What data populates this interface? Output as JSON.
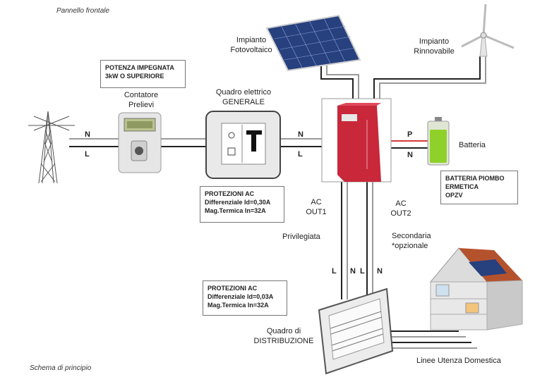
{
  "header": {
    "title": "Pannello frontale"
  },
  "footer": {
    "caption": "Schema di principio"
  },
  "labels": {
    "fotovoltaico": "Impianto\nFotovoltaico",
    "rinnovabile": "Impianto\nRinnovabile",
    "contatore": "Contatore\nPrelievi",
    "quadro_generale": "Quadro elettrico\nGENERALE",
    "batteria": "Batteria",
    "ac_out1": "AC\nOUT1",
    "ac_out2": "AC\nOUT2",
    "privilegiata": "Privilegiata",
    "secondaria": "Secondaria\n*opzionale",
    "quadro_distribuzione": "Quadro di\nDISTRIBUZIONE",
    "linee_utenza": "Linee Utenza Domestica"
  },
  "boxes": {
    "potenza": [
      "POTENZA  IMPEGNATA",
      "3kW O SUPERIORE"
    ],
    "protezioni1": [
      "PROTEZIONI AC",
      "Differenziale Id=0,30A",
      "Mag.Termica In=32A"
    ],
    "protezioni2": [
      "PROTEZIONI AC",
      "Differenziale Id=0,03A",
      "Mag.Termica In=32A"
    ],
    "batteria_info": [
      "BATTERIA PIOMBO",
      "ERMETICA",
      "OPZV"
    ]
  },
  "wire_labels": {
    "left_n": "N",
    "left_l": "L",
    "mid_n": "N",
    "mid_l": "L",
    "bat_p": "P",
    "bat_n": "N",
    "out_l1": "L",
    "out_n1": "N",
    "out_l2": "L",
    "out_n2": "N"
  },
  "colors": {
    "wire_dark": "#222222",
    "wire_light": "#9a9a9a",
    "wire_red": "#d63b3b",
    "inverter_red": "#c8283a",
    "panel_blue": "#27407e",
    "battery_green": "#8fd12a",
    "house_roof": "#b5522e"
  }
}
